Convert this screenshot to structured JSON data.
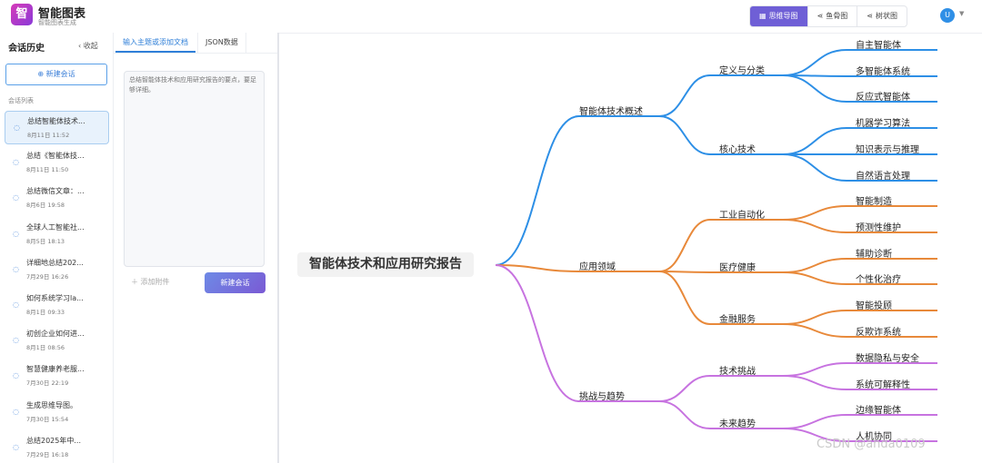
{
  "app": {
    "logo_char": "智",
    "title": "智能图表",
    "subtitle": "智能图表生成"
  },
  "view_tabs": [
    "思维导图",
    "鱼骨图",
    "树状图"
  ],
  "user": {
    "avatar_char": "U"
  },
  "sidebar": {
    "title": "会话历史",
    "collapse_label": "收起",
    "new_chat_label": "新建会话",
    "list_label": "会话列表",
    "conversations": [
      {
        "title": "总结智能体技术...",
        "time": "8月11日 11:52"
      },
      {
        "title": "总结《智能体技...",
        "time": "8月11日 11:50"
      },
      {
        "title": "总结微信文章：...",
        "time": "8月6日 19:58"
      },
      {
        "title": "全球人工智能社...",
        "time": "8月5日 18:13"
      },
      {
        "title": "详细地总结202...",
        "time": "7月29日 16:26"
      },
      {
        "title": "如何系统学习la...",
        "time": "8月1日 09:33"
      },
      {
        "title": "初创企业如何进...",
        "time": "8月1日 08:56"
      },
      {
        "title": "智慧健康养老服...",
        "time": "7月30日 22:19"
      },
      {
        "title": "生成思维导图。",
        "time": "7月30日 15:54"
      },
      {
        "title": "总结2025年中...",
        "time": "7月29日 16:18"
      }
    ]
  },
  "panel": {
    "tabs": [
      "输入主题或添加文档",
      "JSON数据"
    ],
    "placeholder": "总结智能体技术和应用研究报告的要点，要足够详细。",
    "attach_label": "添加附件",
    "create_label": "新建会话"
  },
  "mindmap": {
    "root": "智能体技术和应用研究报告",
    "branches": [
      {
        "label": "智能体技术概述",
        "color": "#2d8fe6",
        "children": [
          {
            "label": "定义与分类",
            "children": [
              "自主智能体",
              "多智能体系统",
              "反应式智能体"
            ]
          },
          {
            "label": "核心技术",
            "children": [
              "机器学习算法",
              "知识表示与推理",
              "自然语言处理"
            ]
          }
        ]
      },
      {
        "label": "应用领域",
        "color": "#e8893a",
        "children": [
          {
            "label": "工业自动化",
            "children": [
              "智能制造",
              "预测性维护"
            ]
          },
          {
            "label": "医疗健康",
            "children": [
              "辅助诊断",
              "个性化治疗"
            ]
          },
          {
            "label": "金融服务",
            "children": [
              "智能投顾",
              "反欺诈系统"
            ]
          }
        ]
      },
      {
        "label": "挑战与趋势",
        "color": "#c773e0",
        "children": [
          {
            "label": "技术挑战",
            "children": [
              "数据隐私与安全",
              "系统可解释性"
            ]
          },
          {
            "label": "未来趋势",
            "children": [
              "边缘智能体",
              "人机协同"
            ]
          }
        ]
      }
    ]
  },
  "watermark": "CSDN @anda0109"
}
